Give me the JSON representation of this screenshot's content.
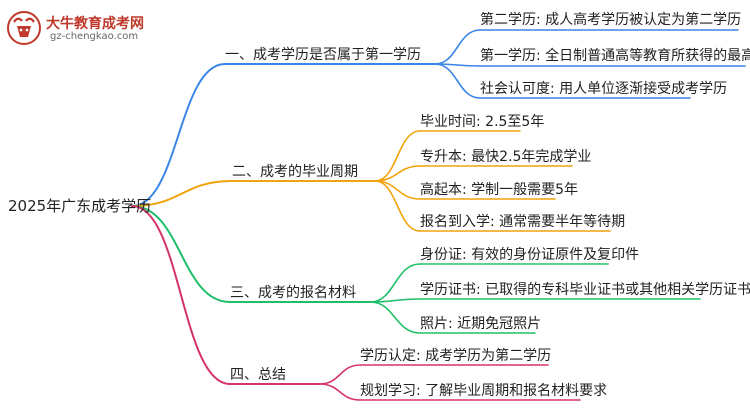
{
  "logo": {
    "title": "大牛教育成考网",
    "url_text": "gz-chengkao.com",
    "brand_color": "#c0392b"
  },
  "root": {
    "label": "2025年广东成考学历"
  },
  "branches": [
    {
      "label": "一、成考学历是否属于第一学历",
      "color": "#3a86e8",
      "children": [
        "第二学历: 成人高考学历被认定为第二学历",
        "第一学历: 全日制普通高等教育所获得的最高学历",
        "社会认可度: 用人单位逐渐接受成考学历"
      ]
    },
    {
      "label": "二、成考的毕业周期",
      "color": "#f0a30a",
      "children": [
        "毕业时间: 2.5至5年",
        "专升本: 最快2.5年完成学业",
        "高起本: 学制一般需要5年",
        "报名到入学: 通常需要半年等待期"
      ]
    },
    {
      "label": "三、成考的报名材料",
      "color": "#1fbf6a",
      "children": [
        "身份证: 有效的身份证原件及复印件",
        "学历证书: 已取得的专科毕业证书或其他相关学历证书",
        "照片: 近期免冠照片"
      ]
    },
    {
      "label": "四、总结",
      "color": "#d6336c",
      "children": [
        "学历认定: 成考学历为第二学历",
        "规划学习: 了解毕业周期和报名材料要求"
      ]
    }
  ]
}
